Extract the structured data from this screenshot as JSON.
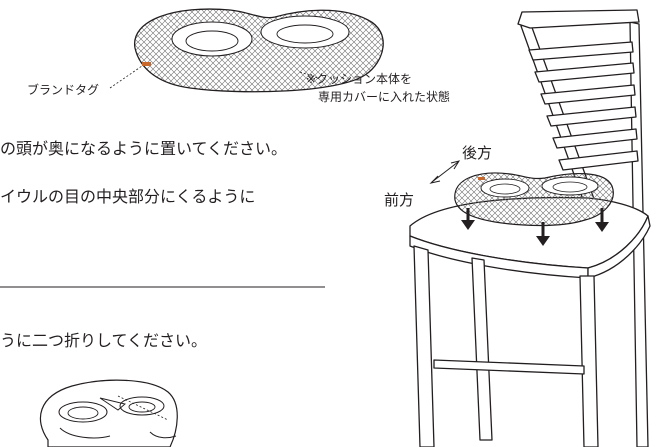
{
  "callouts": {
    "brand_tag": "ブランドタグ",
    "cover_note_line1": "※クッション本体を",
    "cover_note_line2": "専用カバーに入れた状態"
  },
  "instructions": {
    "line1": "の頭が奥になるように置いてください。",
    "line2": "イウルの目の中央部分にくるように",
    "line3": "うに二つ折りしてください。"
  },
  "directions": {
    "back": "後方",
    "front": "前方"
  },
  "colors": {
    "ink": "#231f20",
    "tag": "#c8682a",
    "mesh": "#6f6f6f"
  }
}
